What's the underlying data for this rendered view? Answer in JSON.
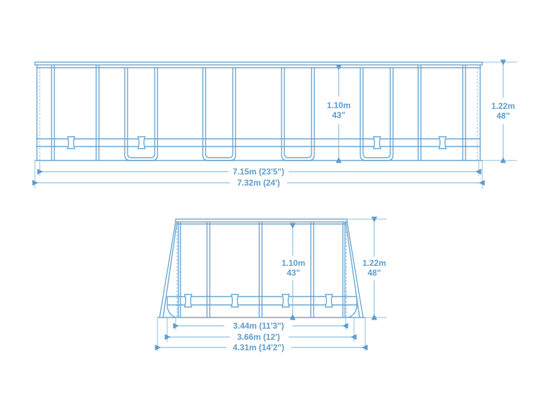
{
  "side_view": {
    "inner_height": {
      "metric": "1.10m",
      "imperial": "43\""
    },
    "outer_height": {
      "metric": "1.22m",
      "imperial": "48\""
    },
    "inner_length": "7.15m (23'5\")",
    "outer_length": "7.32m (24')"
  },
  "end_view": {
    "inner_height": {
      "metric": "1.10m",
      "imperial": "43\""
    },
    "outer_height": {
      "metric": "1.22m",
      "imperial": "48\""
    },
    "inner_width": "3.44m (11'3\")",
    "outer_width": "3.66m (12')",
    "total_width": "4.31m (14'2\")"
  },
  "colors": {
    "line": "#6aa6d2",
    "text": "#5e9ccb",
    "background": "#ffffff"
  }
}
